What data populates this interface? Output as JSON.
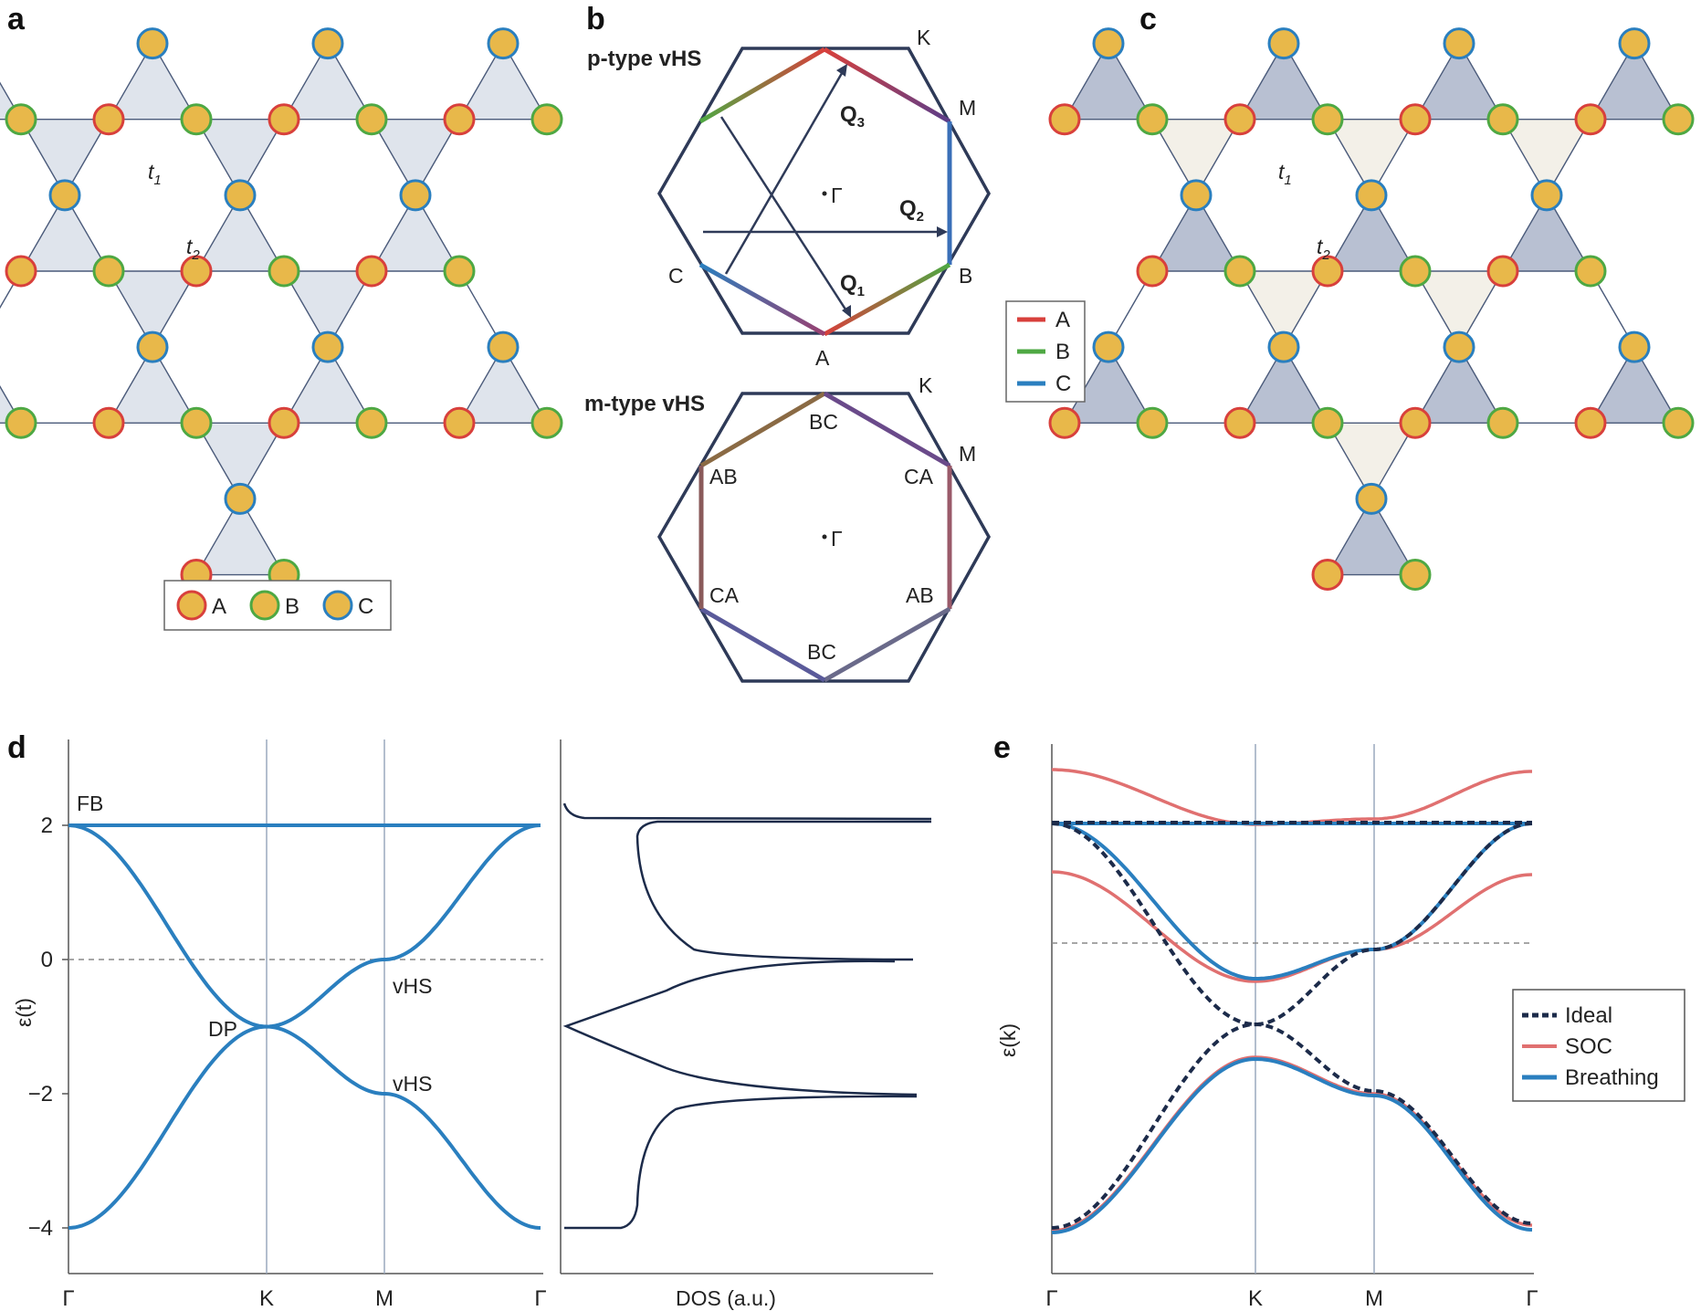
{
  "panels": {
    "a": {
      "label": "a",
      "hopping": [
        "t",
        "1",
        "t",
        "2"
      ],
      "legend": [
        {
          "label": "A",
          "stroke": "#d8403c"
        },
        {
          "label": "B",
          "stroke": "#4ea843"
        },
        {
          "label": "C",
          "stroke": "#2a7fbf"
        }
      ],
      "fill": "#e8b84a",
      "triangle_fill": "#dfe4ec"
    },
    "b": {
      "label": "b",
      "p_title": "p-type vHS",
      "m_title": "m-type vHS",
      "p_points": {
        "K": "K",
        "M": "M",
        "B": "B",
        "C": "C",
        "A": "A",
        "Gamma": "Γ"
      },
      "vectors": [
        [
          "Q",
          "1"
        ],
        [
          "Q",
          "2"
        ],
        [
          "Q",
          "3"
        ]
      ],
      "m_points": {
        "K": "K",
        "M": "M",
        "Gamma": "Γ"
      },
      "m_corners": [
        "BC",
        "CA",
        "AB",
        "BC",
        "CA",
        "AB"
      ],
      "legend": [
        {
          "label": "A",
          "color": "#d8403c"
        },
        {
          "label": "B",
          "color": "#4ea843"
        },
        {
          "label": "C",
          "color": "#2a7fbf"
        }
      ]
    },
    "c": {
      "label": "c",
      "hopping": [
        "t",
        "1",
        "t",
        "2"
      ],
      "up_fill": "#b8c0d2",
      "down_fill": "#f3f0e8"
    },
    "d": {
      "label": "d",
      "ylabel": "ε(t)",
      "annotations": [
        "FB",
        "DP",
        "vHS",
        "vHS"
      ],
      "dos_xlabel": "DOS (a.u.)"
    },
    "e": {
      "label": "e",
      "ylabel": "ε(k)"
    }
  },
  "chart_data": [
    {
      "type": "line",
      "panel": "d",
      "ylabel": "ε(t)",
      "x": [
        "Γ",
        "K",
        "M",
        "Γ"
      ],
      "yticks": [
        2,
        0,
        -2,
        -4
      ],
      "ylim": [
        -4.4,
        3.2
      ],
      "fermi_level": 0,
      "color": "#2a7fbf",
      "series": [
        {
          "values": [
            -4,
            -1,
            -2,
            -4
          ]
        },
        {
          "values": [
            2,
            -1,
            0,
            2
          ]
        },
        {
          "values": [
            2,
            2,
            2,
            2
          ]
        }
      ]
    },
    {
      "type": "line",
      "panel": "d-dos",
      "xlabel": "DOS (a.u.)",
      "ylim": [
        -4.4,
        3.2
      ],
      "color": "#1c2b4a",
      "features": {
        "band_edges": [
          -4.1,
          2.0
        ],
        "van_hove": [
          0,
          -2
        ],
        "dirac_point": -1,
        "flat_band": 2
      }
    },
    {
      "type": "line",
      "panel": "e",
      "ylabel": "ε(k)",
      "x": [
        "Γ",
        "K",
        "M",
        "Γ"
      ],
      "ylim": [
        -4.6,
        3.2
      ],
      "fermi_level": 0.25,
      "series": [
        {
          "name": "Ideal",
          "color": "#1c2b4a",
          "dash": true
        },
        {
          "name": "SOC",
          "color": "#e07070"
        },
        {
          "name": "Breathing",
          "color": "#2a7fbf"
        }
      ],
      "legend": [
        {
          "label": "Ideal",
          "color": "#1c2b4a"
        },
        {
          "label": "SOC",
          "color": "#e07070"
        },
        {
          "label": "Breathing",
          "color": "#2a7fbf"
        }
      ]
    }
  ]
}
